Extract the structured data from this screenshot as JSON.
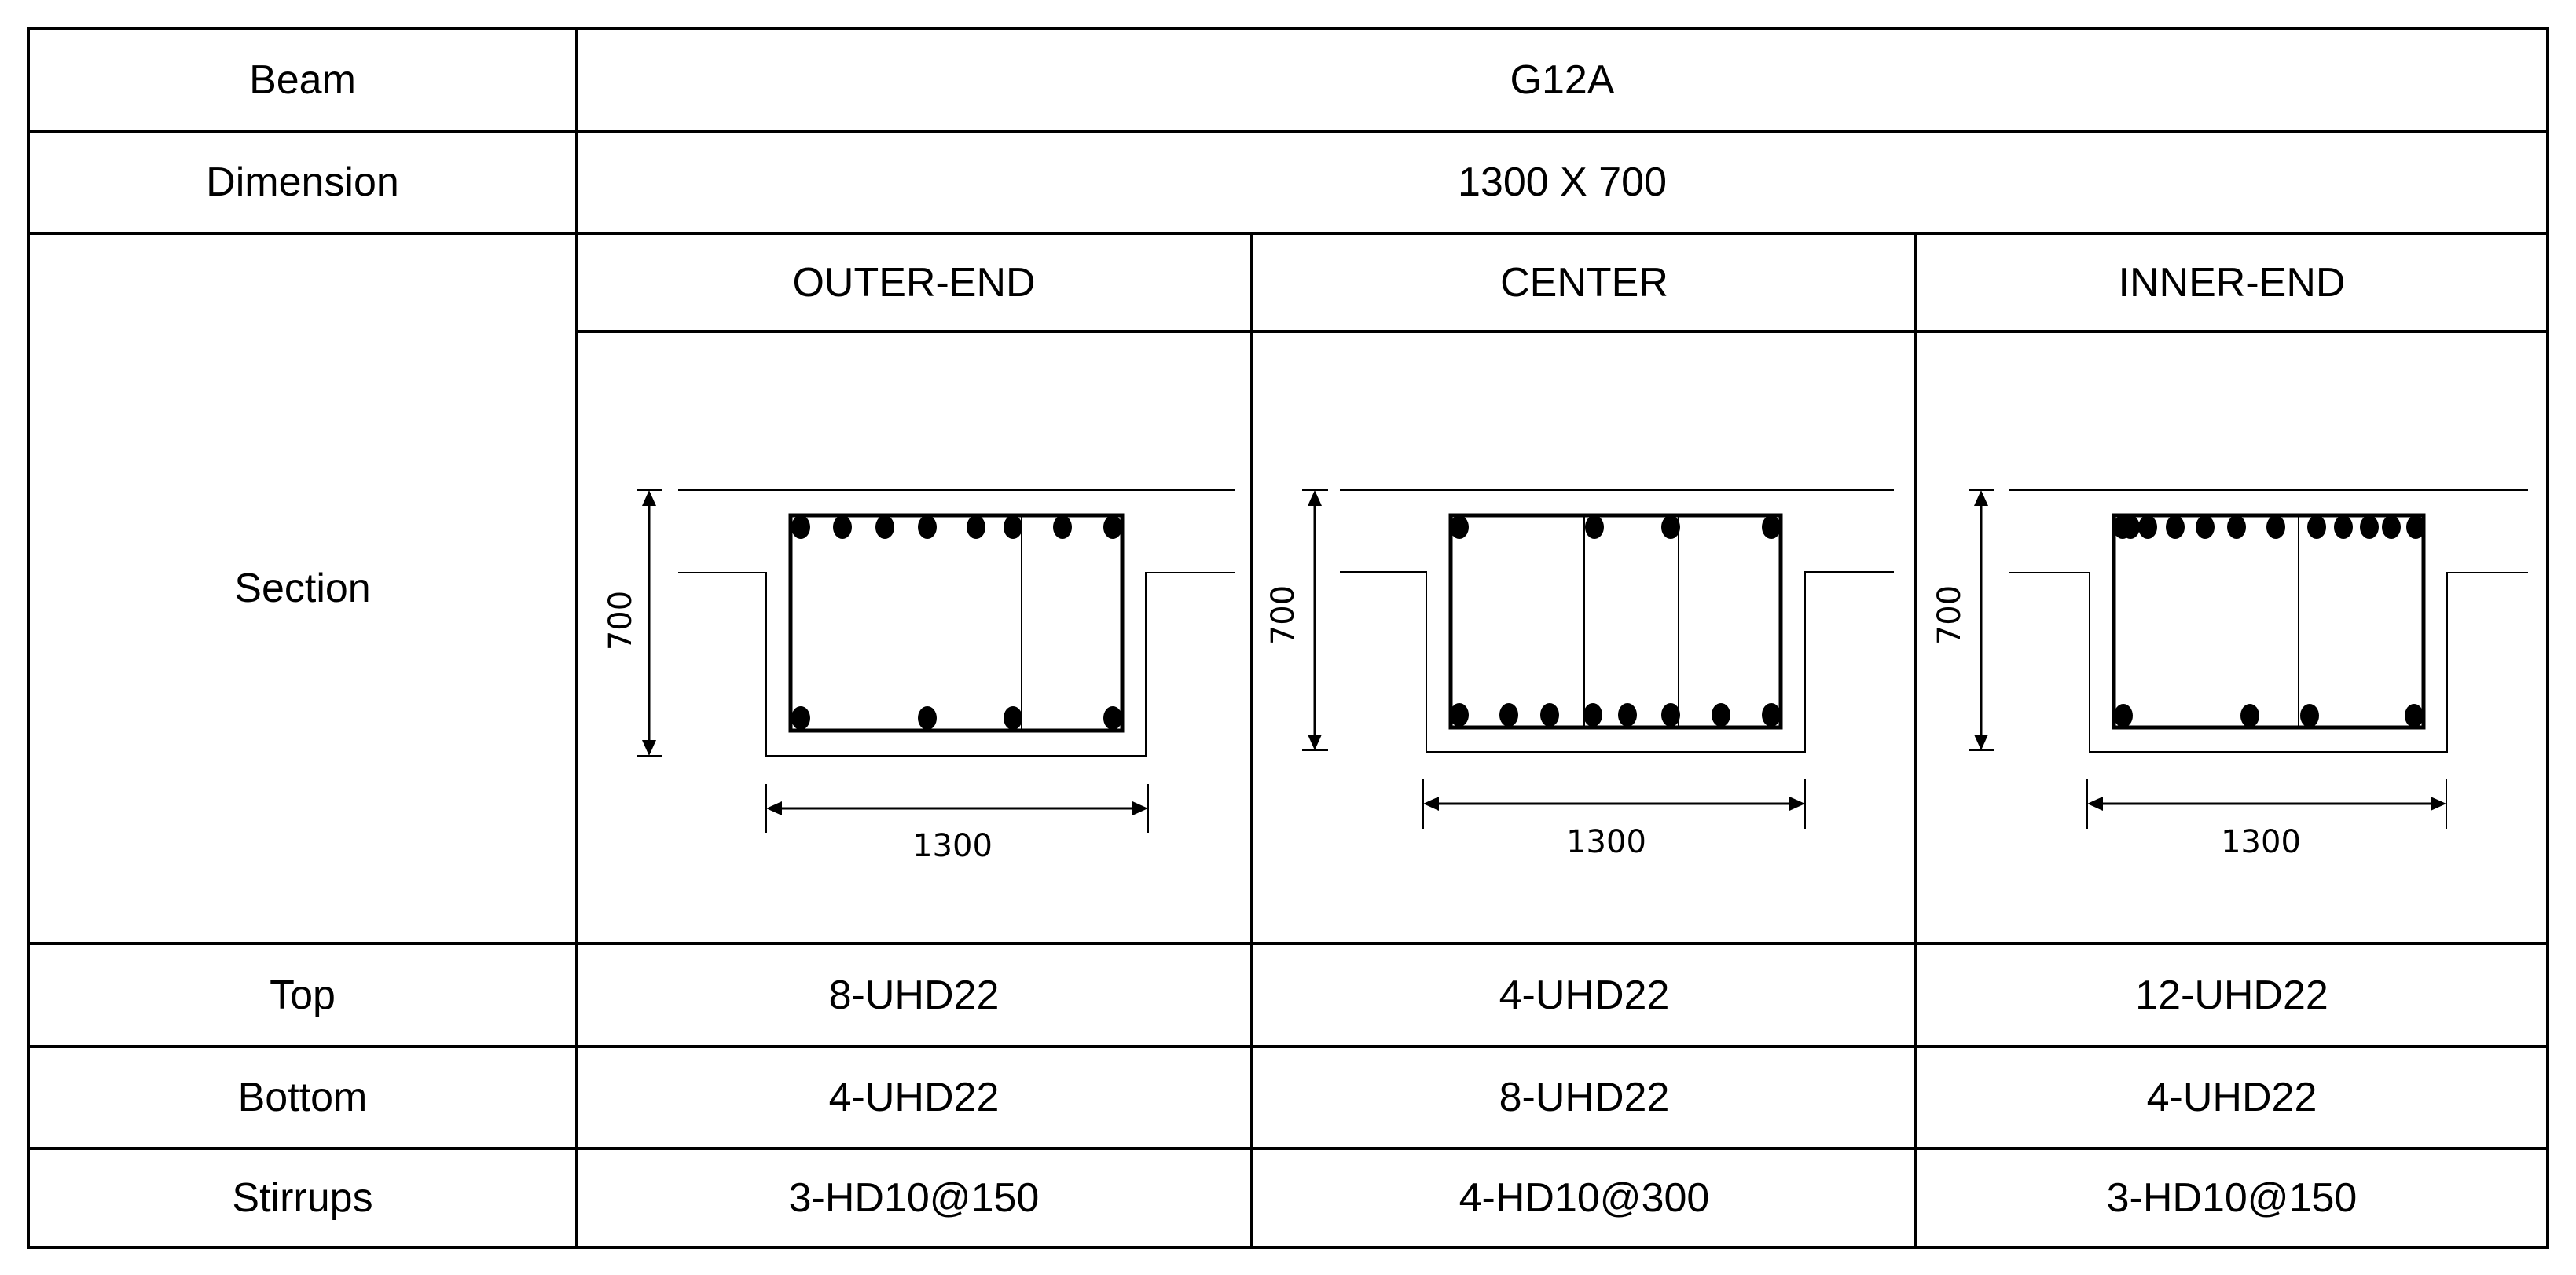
{
  "table": {
    "beam": {
      "label": "Beam",
      "value": "G12A"
    },
    "dimension": {
      "label": "Dimension",
      "value": "1300 X 700"
    },
    "section": {
      "label": "Section"
    },
    "top": {
      "label": "Top"
    },
    "bottom": {
      "label": "Bottom"
    },
    "stirrups": {
      "label": "Stirrups"
    },
    "columns": [
      {
        "header": "OUTER-END",
        "top": "8-UHD22",
        "bottom": "4-UHD22",
        "stirrups": "3-HD10@150",
        "drawing": {
          "height_label": "700",
          "width_label": "1300"
        }
      },
      {
        "header": "CENTER",
        "top": "4-UHD22",
        "bottom": "8-UHD22",
        "stirrups": "4-HD10@300",
        "drawing": {
          "height_label": "700",
          "width_label": "1300"
        }
      },
      {
        "header": "INNER-END",
        "top": "12-UHD22",
        "bottom": "4-UHD22",
        "stirrups": "3-HD10@150",
        "drawing": {
          "height_label": "700",
          "width_label": "1300"
        }
      }
    ]
  }
}
